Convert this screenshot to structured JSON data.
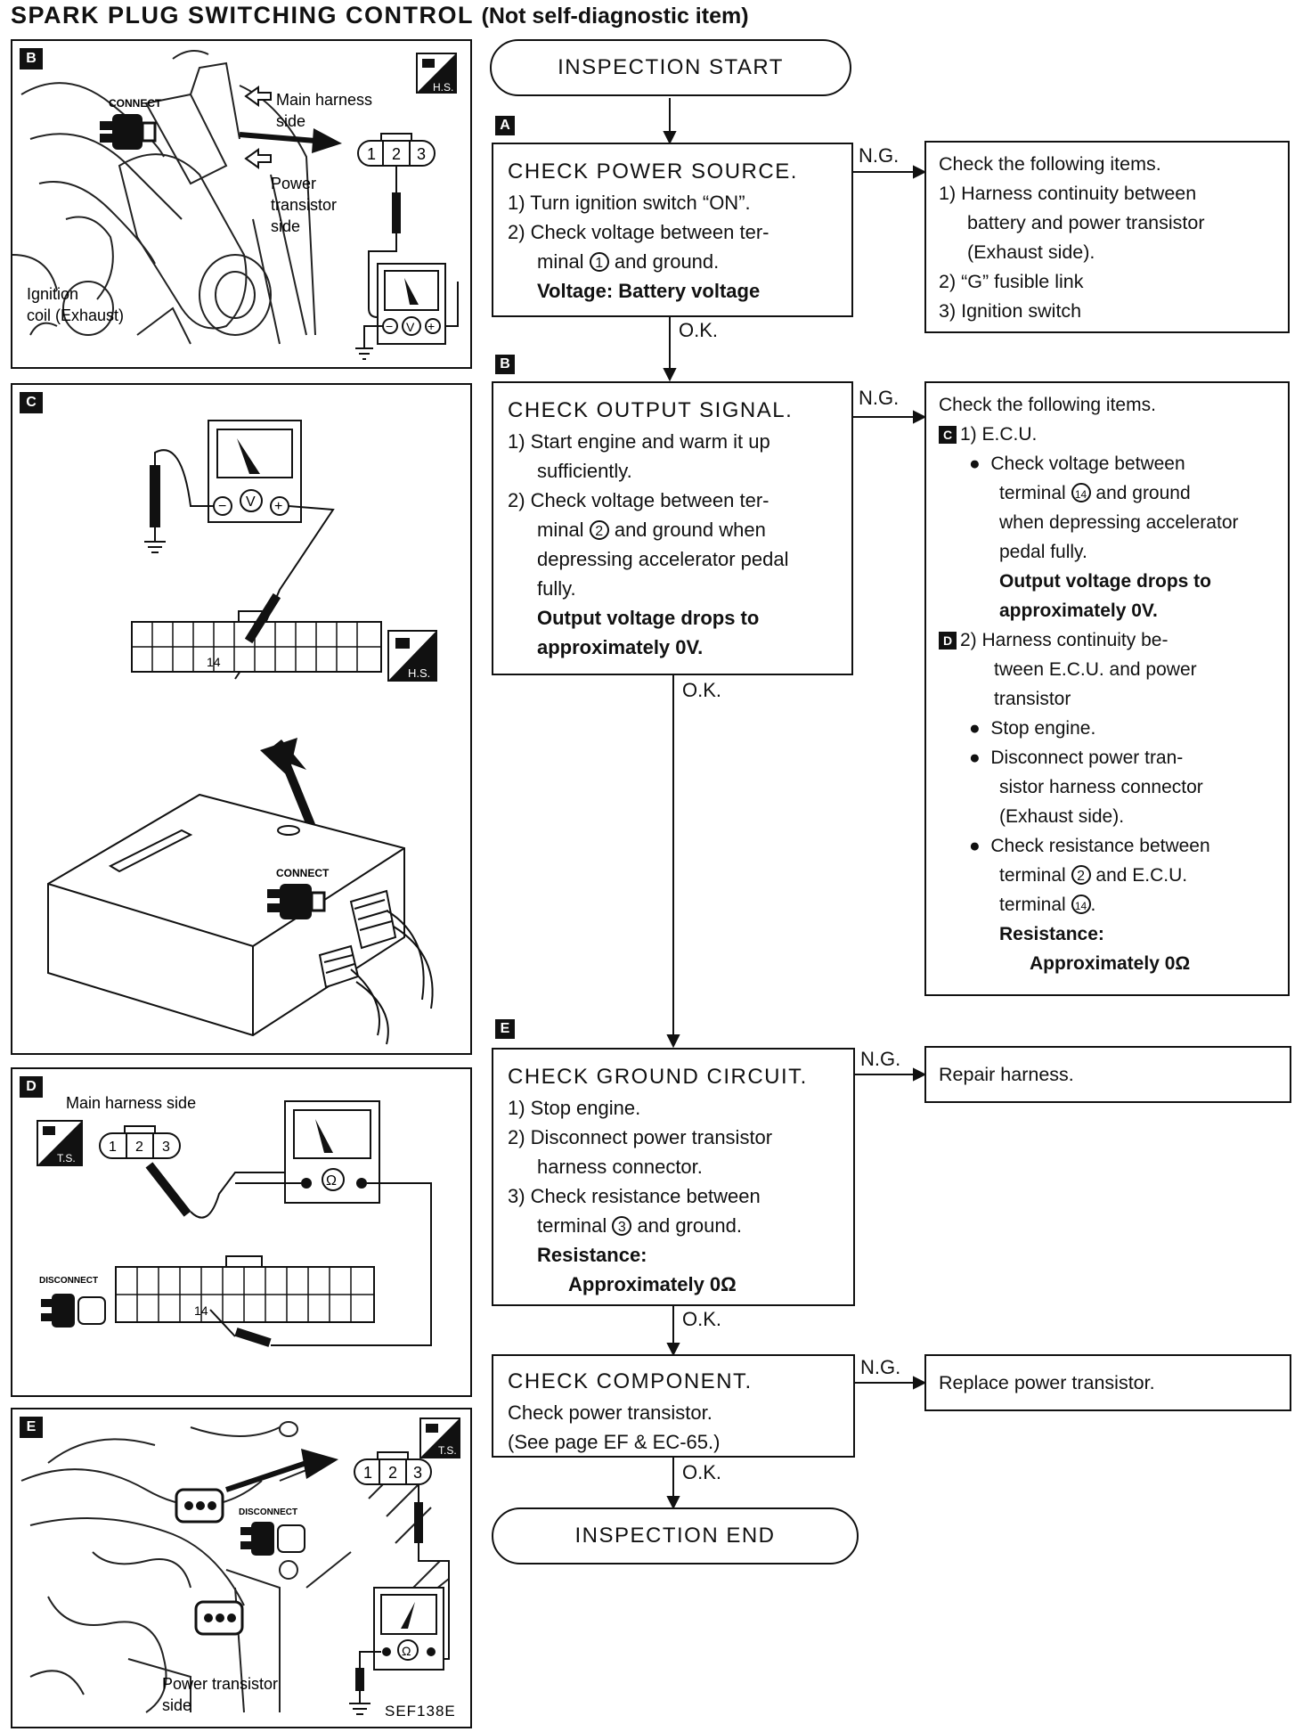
{
  "title": {
    "main": "SPARK PLUG SWITCHING CONTROL",
    "sub": "(Not self-diagnostic item)"
  },
  "panels": {
    "B": {
      "label": "B",
      "connect": "CONNECT",
      "main_harness_side": [
        "Main harness",
        "side"
      ],
      "power_transistor_side": [
        "Power",
        "transistor",
        "side"
      ],
      "ignition_coil": [
        "Ignition",
        "coil (Exhaust)"
      ],
      "hs": "H.S.",
      "pins": [
        "1",
        "2",
        "3"
      ]
    },
    "C": {
      "label": "C",
      "pin_number": "14",
      "hs": "H.S.",
      "connect": "CONNECT"
    },
    "D": {
      "label": "D",
      "main_harness_side": "Main harness side",
      "ts": "T.S.",
      "pins": [
        "1",
        "2",
        "3"
      ],
      "disconnect": "DISCONNECT",
      "pin_number": "14"
    },
    "E": {
      "label": "E",
      "ts": "T.S.",
      "pins": [
        "1",
        "2",
        "3"
      ],
      "disconnect": "DISCONNECT",
      "power_transistor_side": [
        "Power transistor",
        "side"
      ],
      "code": "SEF138E"
    }
  },
  "flow": {
    "start": "INSPECTION START",
    "end": "INSPECTION END",
    "ng": "N.G.",
    "ok": "O.K.",
    "steps": {
      "A": "A",
      "B": "B",
      "E": "E"
    },
    "power_source": {
      "heading": "CHECK POWER SOURCE.",
      "l1": "1) Turn ignition switch “ON”.",
      "l2a": "2) Check voltage between ter-",
      "l2b_pre": "minal",
      "l2b_num": "1",
      "l2b_post": "and ground.",
      "bold": "Voltage:  Battery voltage"
    },
    "power_source_ng": {
      "l1": "Check the following items.",
      "l2": "1) Harness continuity between",
      "l3": "battery and power transistor",
      "l4": "(Exhaust side).",
      "l5": "2) “G” fusible link",
      "l6": "3) Ignition switch"
    },
    "output_signal": {
      "heading": "CHECK OUTPUT SIGNAL.",
      "l1a": "1) Start engine and warm it up",
      "l1b": "sufficiently.",
      "l2a": "2) Check voltage between ter-",
      "l2b_pre": "minal",
      "l2b_num": "2",
      "l2b_post": "and ground when",
      "l2c": "depressing accelerator pedal",
      "l2d": "fully.",
      "bold1": "Output voltage drops to",
      "bold2": "approximately 0V."
    },
    "output_signal_ng": {
      "l1": "Check the following items.",
      "tagC": "C",
      "l2": "1) E.C.U.",
      "b1a": "Check voltage between",
      "b1b_pre": "terminal",
      "b1b_num": "14",
      "b1b_post": "and ground",
      "b1c": "when depressing accelerator",
      "b1d": "pedal fully.",
      "bold1": "Output voltage drops to",
      "bold2": "approximately 0V.",
      "tagD": "D",
      "l3a": "2) Harness continuity be-",
      "l3b": "tween E.C.U. and power",
      "l3c": "transistor",
      "b2": "Stop engine.",
      "b3a": "Disconnect power tran-",
      "b3b": "sistor harness connector",
      "b3c": "(Exhaust side).",
      "b4a": "Check resistance between",
      "b4b_pre": "terminal",
      "b4b_num": "2",
      "b4b_post": "and E.C.U.",
      "b4c_pre": "terminal",
      "b4c_num": "14",
      "b4c_post": ".",
      "res_label": "Resistance:",
      "res_value": "Approximately 0Ω"
    },
    "ground_circuit": {
      "heading": "CHECK GROUND CIRCUIT.",
      "l1": "1) Stop engine.",
      "l2a": "2) Disconnect power transistor",
      "l2b": "harness connector.",
      "l3a": "3) Check resistance between",
      "l3b_pre": "terminal",
      "l3b_num": "3",
      "l3b_post": "and ground.",
      "res_label": "Resistance:",
      "res_value": "Approximately 0Ω"
    },
    "ground_circuit_ng": "Repair harness.",
    "component": {
      "heading": "CHECK COMPONENT.",
      "l1": "Check power transistor.",
      "l2": "(See page EF & EC-65.)"
    },
    "component_ng": "Replace power transistor."
  }
}
